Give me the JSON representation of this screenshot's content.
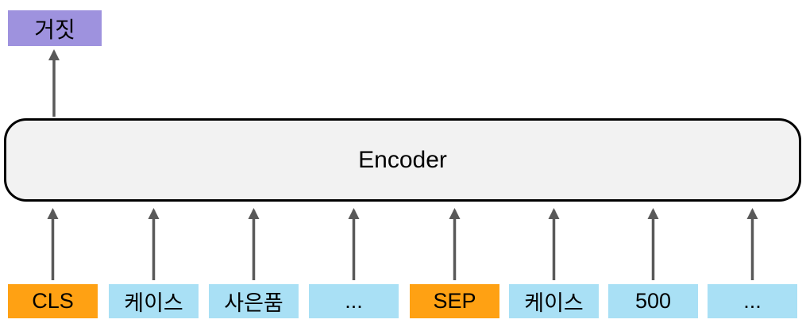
{
  "diagram": {
    "output": {
      "label": "거짓"
    },
    "encoder": {
      "label": "Encoder"
    },
    "tokens": [
      {
        "label": "CLS",
        "type": "special"
      },
      {
        "label": "케이스",
        "type": "normal"
      },
      {
        "label": "사은품",
        "type": "normal"
      },
      {
        "label": "...",
        "type": "normal"
      },
      {
        "label": "SEP",
        "type": "special"
      },
      {
        "label": "케이스",
        "type": "normal"
      },
      {
        "label": "500",
        "type": "normal"
      },
      {
        "label": "...",
        "type": "normal"
      }
    ],
    "colors": {
      "output": "#9E92DE",
      "special_token": "#FFA113",
      "token": "#A9E0F5",
      "encoder_fill": "#F2F2F2",
      "encoder_border": "#000000",
      "arrow": "#595959"
    }
  }
}
